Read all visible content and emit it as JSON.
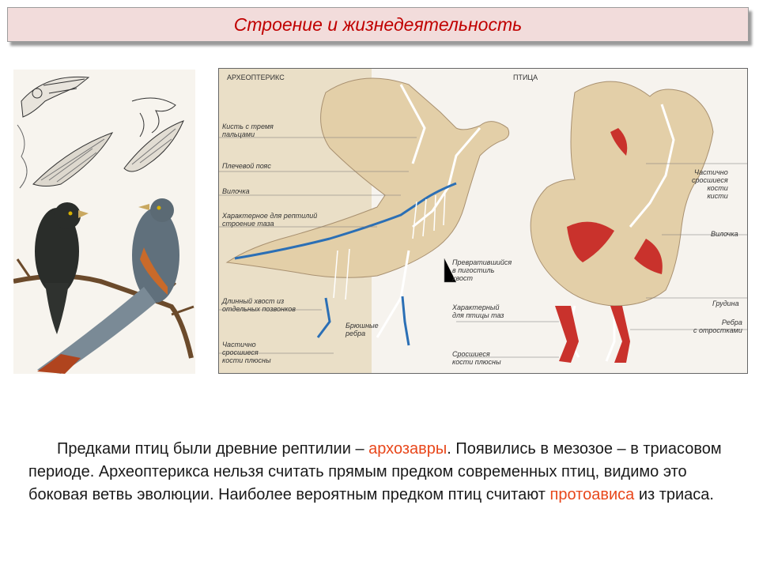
{
  "slide": {
    "title": "Строение и жизнедеятельность"
  },
  "diagram": {
    "archaeopteryx_title": "АРХЕОПТЕРИКС",
    "bird_title": "ПТИЦА",
    "left_labels": [
      "Кисть с тремя\nпальцами",
      "Плечевой пояс",
      "Вилочка",
      "Характерное для рептилий\nстроение таза",
      "Длинный хвост из\nотдельных позвонков",
      "Частично\nсросшиеся\nкости плюсны"
    ],
    "belly_ribs_label": "Брюшные\nребра",
    "middle_labels": [
      "Превратившийся\nв пигостиль\nхвост",
      "Характерный\nдля птицы таз",
      "Сросшиеся\nкости плюсны"
    ],
    "right_labels": [
      "Частично\nсросшиеся\nкости\nкисти",
      "Вилочка",
      "Грудина",
      "Ребра\nс отростками"
    ]
  },
  "text": {
    "part1": "Предками птиц были древние рептилии – ",
    "highlight1": "архозавры",
    "part2": ". Появились в мезозое – в триасовом периоде. Археоптерикса нельзя считать прямым предком современных птиц, видимо это боковая ветвь эволюции. Наиболее вероятным предком птиц считают ",
    "highlight2": "протоависа",
    "part3": " из триаса.",
    "highlight_color": "#e8471b"
  }
}
